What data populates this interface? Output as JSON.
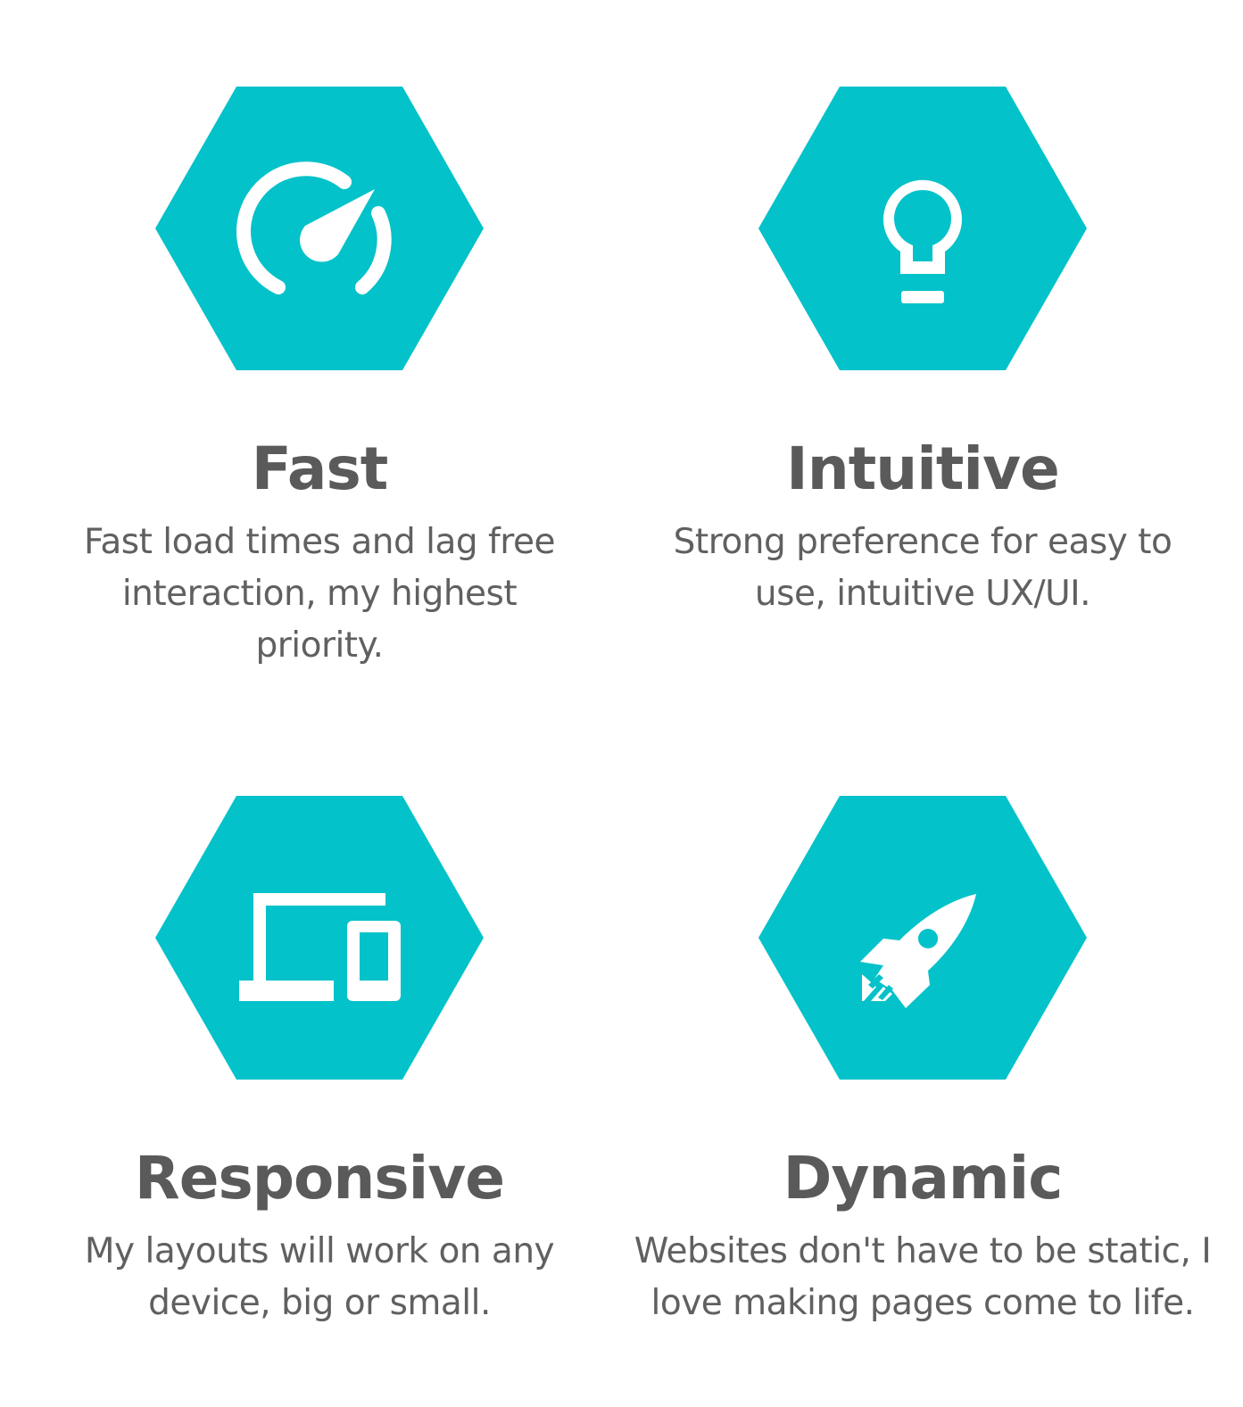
{
  "theme": {
    "accent": "#04c2c9",
    "heading_color": "#5a5a5a",
    "text_color": "#606060",
    "icon_color": "#ffffff"
  },
  "features": [
    {
      "icon": "speedometer-icon",
      "title": "Fast",
      "description": "Fast load times and lag free interaction, my highest priority."
    },
    {
      "icon": "lightbulb-icon",
      "title": "Intuitive",
      "description": "Strong preference for easy to use, intuitive UX/UI."
    },
    {
      "icon": "devices-icon",
      "title": "Responsive",
      "description": "My layouts will work on any device, big or small."
    },
    {
      "icon": "rocket-icon",
      "title": "Dynamic",
      "description": "Websites don't have to be static, I love making pages come to life."
    }
  ]
}
